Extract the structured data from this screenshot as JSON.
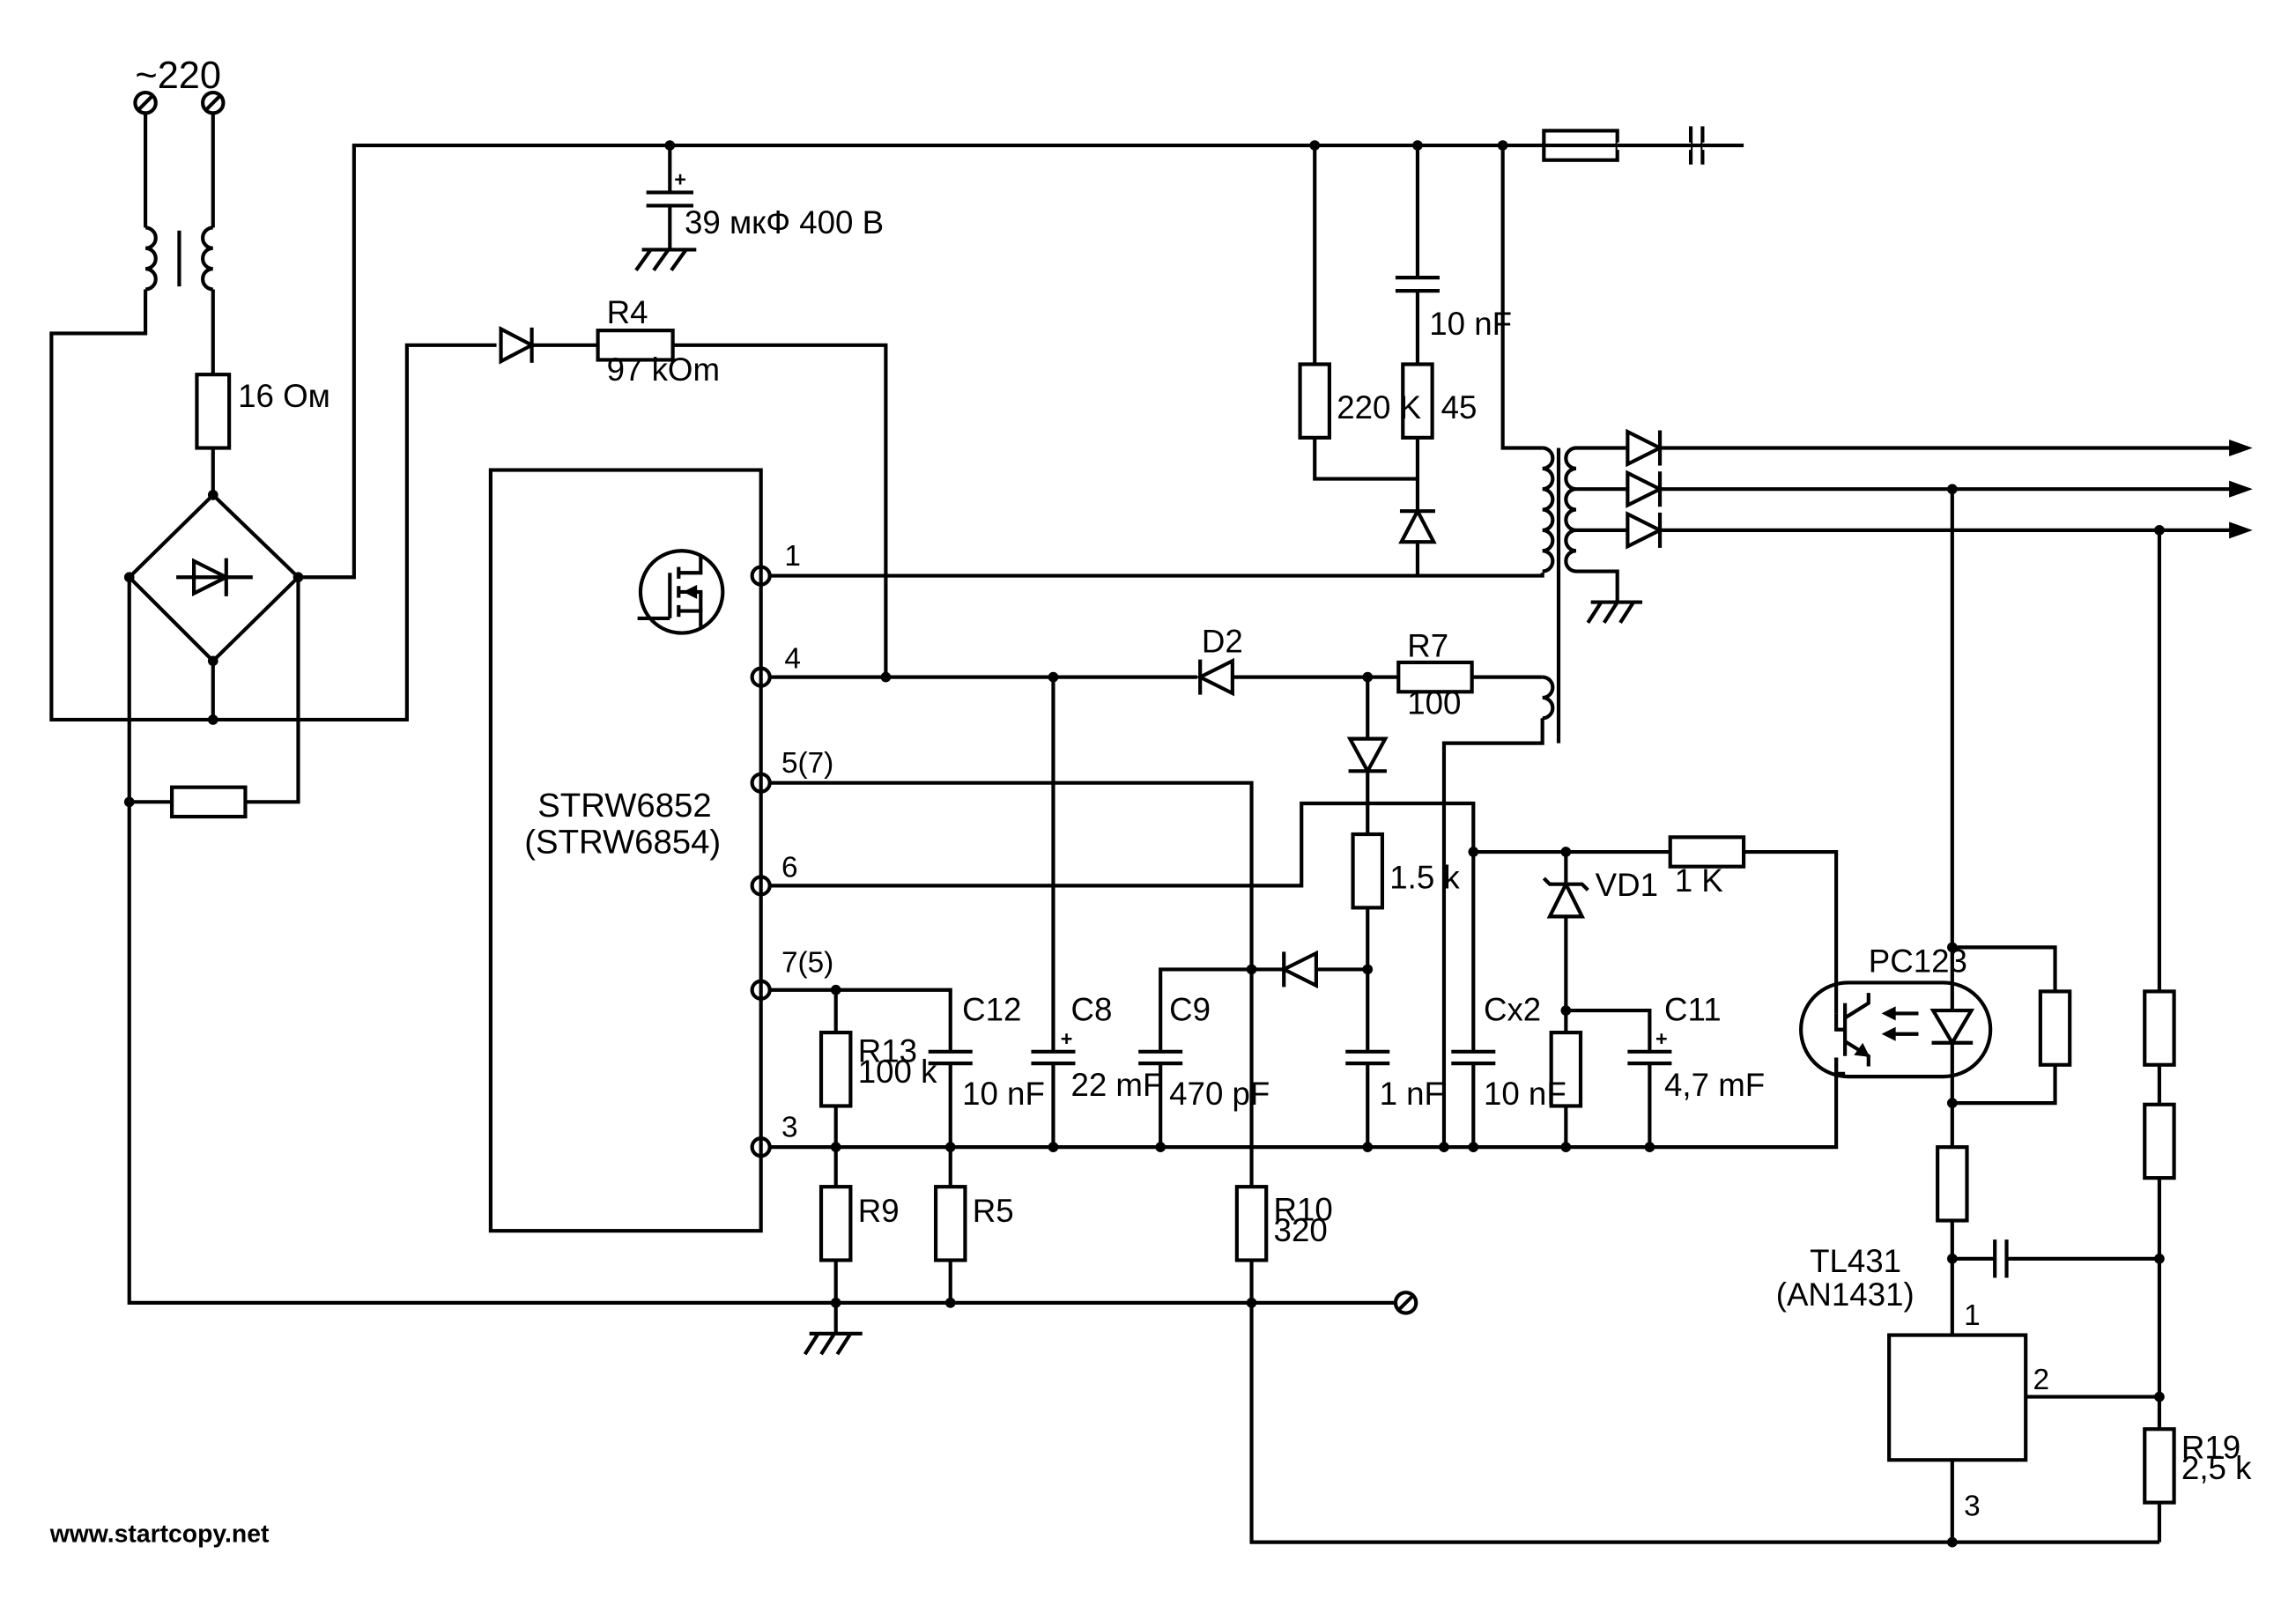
{
  "labels": {
    "mains": "~220",
    "cap_main": "39 мкФ 400 В",
    "r_16": "16 Ом",
    "r4_name": "R4",
    "r4_value": "97 kOm",
    "ic_name_1": "STRW6852",
    "ic_name_2": "(STRW6854)",
    "pin_1": "1",
    "pin_4": "4",
    "pin_57": "5(7)",
    "pin_6": "6",
    "pin_75": "7(5)",
    "pin_3": "3",
    "d2": "D2",
    "r7_name": "R7",
    "r7_value": "100",
    "r_220k": "220 K",
    "r_45": "45",
    "c_10nf_top": "10 nF",
    "r_1_5k": "1.5 k",
    "vd1": "VD1",
    "r_1k": "1 K",
    "pc123": "PC123",
    "c12_name": "C12",
    "c12_value": "10 nF",
    "c8_name": "C8",
    "c8_value": "22 mF",
    "c9_name": "C9",
    "c9_value": "470 pF",
    "c_1nf": "1 nF",
    "cx2_name": "Cx2",
    "cx2_value": "10 nF",
    "c11_name": "C11",
    "c11_value": "4,7 mF",
    "r13_name": "R13",
    "r13_value": "100 k",
    "r9": "R9",
    "r5": "R5",
    "r10_name": "R10",
    "r10_value": "320",
    "tl431_1": "TL431",
    "tl431_2": "(AN1431)",
    "tl_pin_1": "1",
    "tl_pin_2": "2",
    "tl_pin_3": "3",
    "r19_name": "R19",
    "r19_value": "2,5 k",
    "watermark": "www.startcopy.net"
  }
}
